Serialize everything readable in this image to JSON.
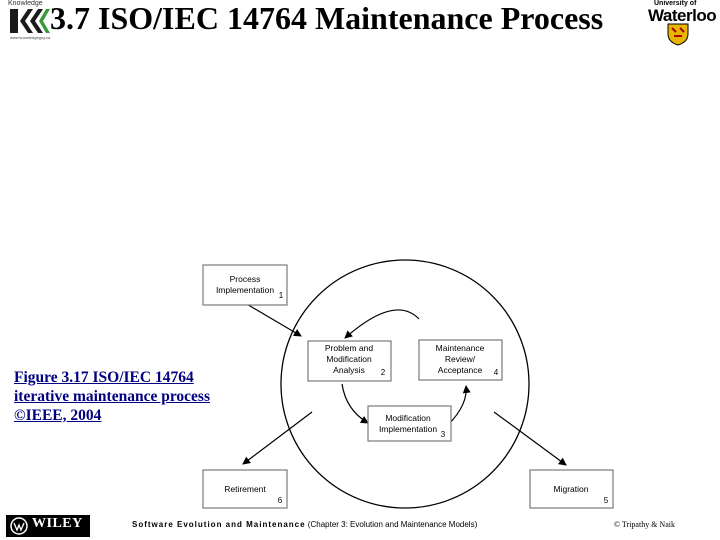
{
  "slide": {
    "title": "3.7 ISO/IEC 14764 Maintenance Process",
    "caption_lines": [
      "Figure 3.17 ISO/IEC 14764",
      "iterative maintenance process",
      "©IEEE, 2004"
    ]
  },
  "logos": {
    "left_top": "Knowledge",
    "left_bottom": "www.knowledgeguy.ca",
    "right_top": "University of",
    "right_main": "Waterloo",
    "wiley": "WILEY"
  },
  "diagram": {
    "boxes": [
      {
        "id": "process-implementation",
        "lines": [
          "Process",
          "Implementation"
        ],
        "number": "1"
      },
      {
        "id": "problem-modification-analysis",
        "lines": [
          "Problem and",
          "Modification",
          "Analysis"
        ],
        "number": "2"
      },
      {
        "id": "modification-implementation",
        "lines": [
          "Modification",
          "Implementation"
        ],
        "number": "3"
      },
      {
        "id": "maintenance-review-acceptance",
        "lines": [
          "Maintenance",
          "Review/",
          "Acceptance"
        ],
        "number": "4"
      },
      {
        "id": "migration",
        "lines": [
          "Migration"
        ],
        "number": "5"
      },
      {
        "id": "retirement",
        "lines": [
          "Retirement"
        ],
        "number": "6"
      }
    ]
  },
  "footer": {
    "course": "Software Evolution and Maintenance",
    "chapter": " (Chapter 3: Evolution and Maintenance Models)",
    "authors": "© Tripathy & Naik"
  },
  "colors": {
    "caption": "#000080",
    "box_fill": "#ffffff",
    "box_stroke": "#7a7a7a",
    "arrow": "#000000"
  }
}
